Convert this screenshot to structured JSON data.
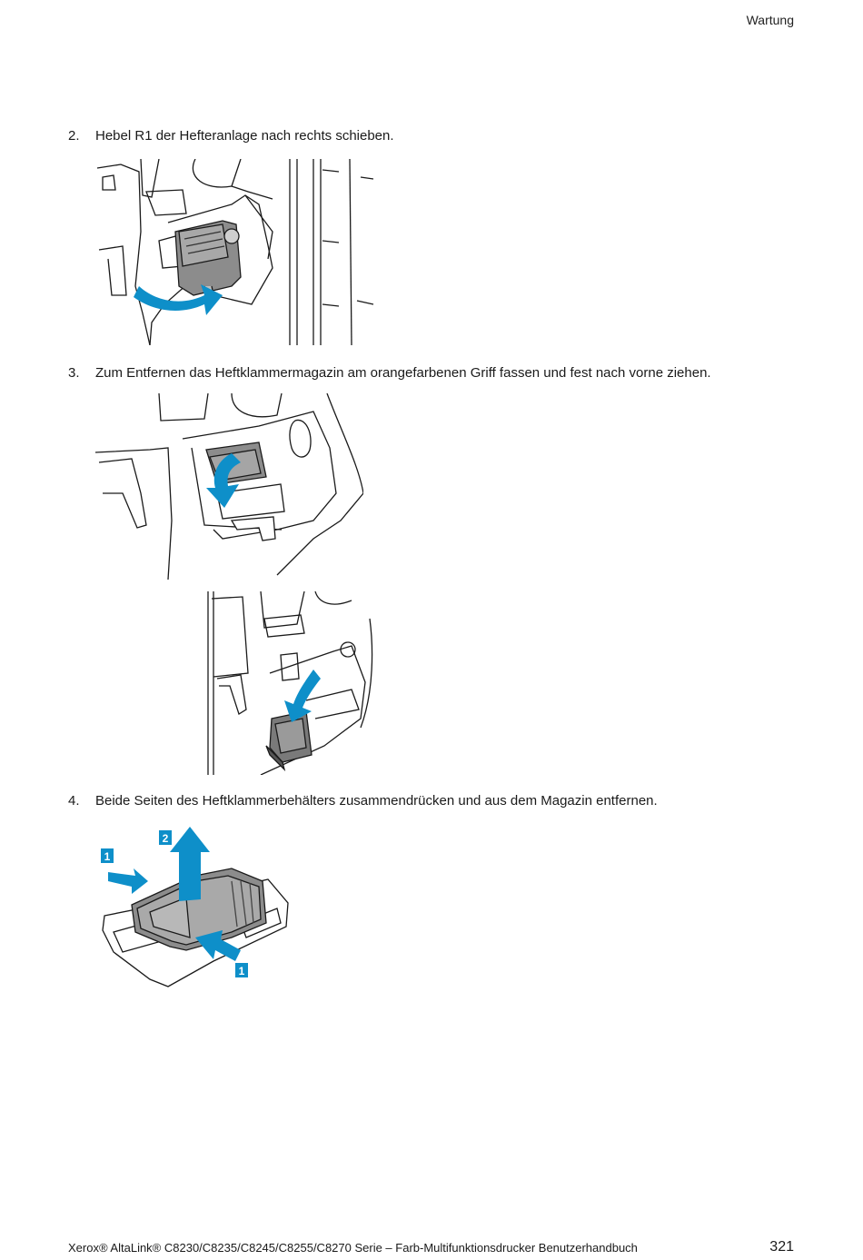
{
  "header": {
    "section": "Wartung"
  },
  "steps": [
    {
      "number": "2.",
      "text": "Hebel R1 der Hefteranlage nach rechts schieben."
    },
    {
      "number": "3.",
      "text": "Zum Entfernen das Heftklammermagazin am orangefarbenen Griff fassen und fest nach vorne ziehen."
    },
    {
      "number": "4.",
      "text": "Beide Seiten des Heftklammerbehälters zusammendrücken und aus dem Magazin entfernen."
    }
  ],
  "figure_callouts": {
    "one_a": "1",
    "two": "2",
    "one_b": "1"
  },
  "colors": {
    "arrow": "#0e8fc9",
    "part_gray": "#8c8c8c",
    "line": "#1a1a1a"
  },
  "footer": {
    "text": "Xerox® AltaLink® C8230/C8235/C8245/C8255/C8270 Serie – Farb-Multifunktionsdrucker Benutzerhandbuch",
    "page_number": "321"
  }
}
